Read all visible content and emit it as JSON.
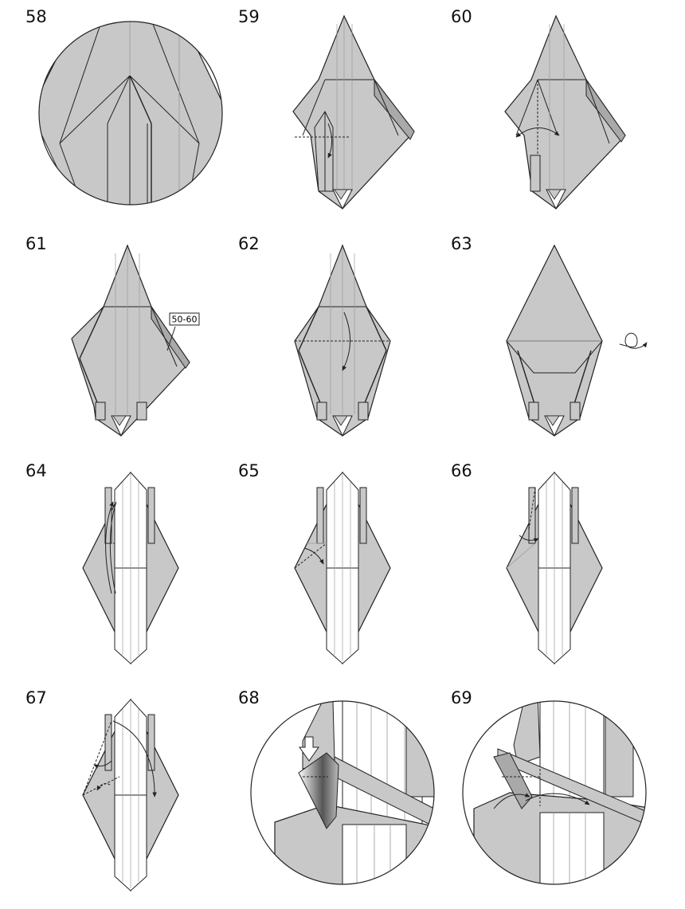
{
  "colors": {
    "paper": "#c8c8c8",
    "paper_dark": "#a9a9a9",
    "paper_white": "#ffffff",
    "line": "#222222",
    "crease": "#9a9a9a"
  },
  "steps": [
    {
      "number": "58"
    },
    {
      "number": "59"
    },
    {
      "number": "60"
    },
    {
      "number": "61",
      "label": "50-60"
    },
    {
      "number": "62"
    },
    {
      "number": "63"
    },
    {
      "number": "64"
    },
    {
      "number": "65"
    },
    {
      "number": "66"
    },
    {
      "number": "67"
    },
    {
      "number": "68"
    },
    {
      "number": "69"
    }
  ]
}
